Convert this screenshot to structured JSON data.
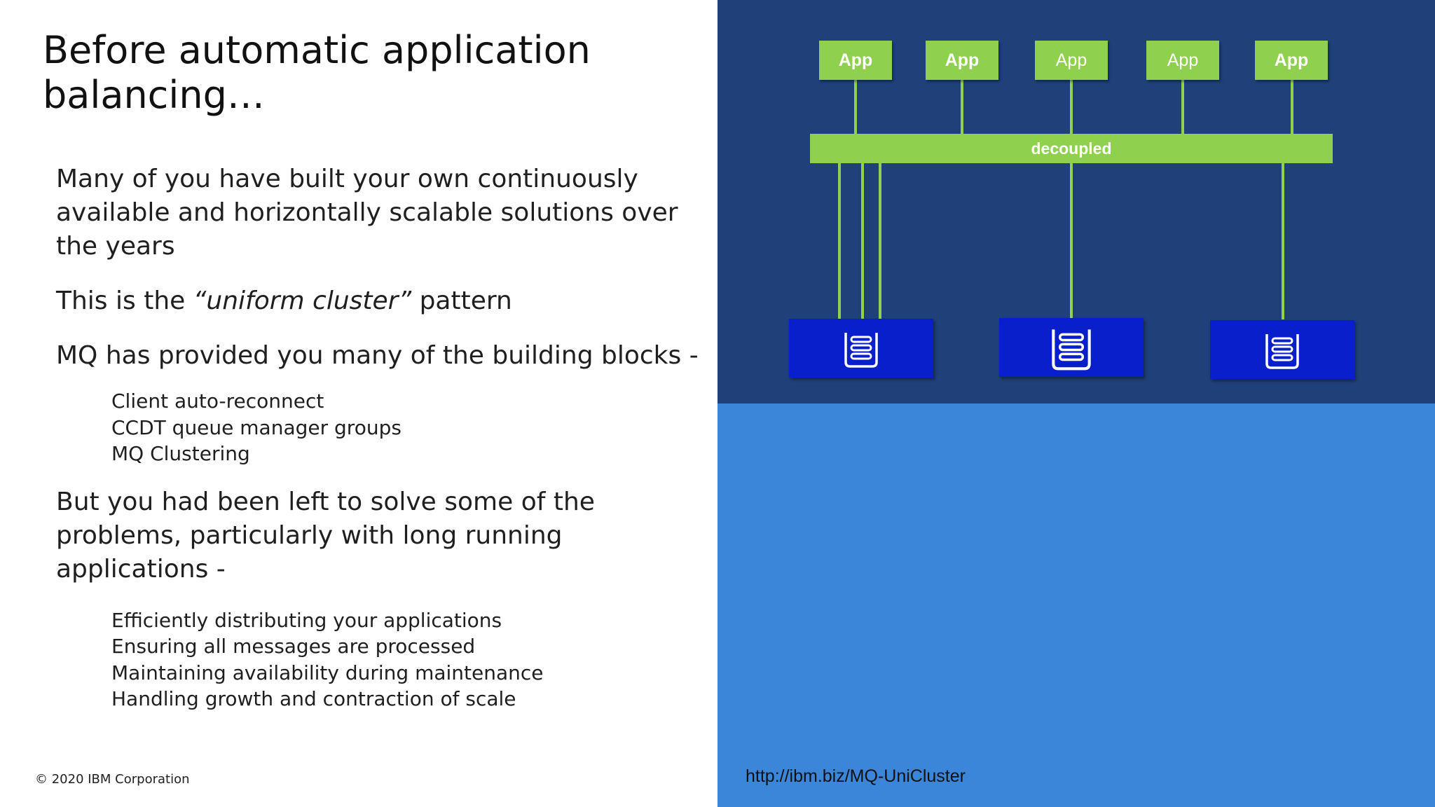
{
  "slide": {
    "title": "Before automatic application balancing…",
    "para1": "Many of you have built your own continuously available and horizontally scalable solutions over the years",
    "para2_prefix": "This is the ",
    "para2_emphasis": "“uniform cluster”",
    "para2_suffix": " pattern",
    "para3": "MQ has provided you many of the building blocks -",
    "blocks": [
      "Client auto-reconnect",
      "CCDT queue manager groups",
      "MQ Clustering"
    ],
    "para4": "But you had been left to solve some of the problems, particularly with long running applications -",
    "problems": [
      "Efficiently distributing your applications",
      "Ensuring all messages are processed",
      "Maintaining availability during maintenance",
      "Handling growth and contraction of scale"
    ],
    "copyright": "© 2020 IBM Corporation"
  },
  "diagram": {
    "apps": [
      "App",
      "App",
      "App",
      "App",
      "App"
    ],
    "bus_label": "decoupled",
    "queue_managers": 3,
    "colors": {
      "green": "#8fd14f",
      "dark_blue": "#1f4079",
      "light_blue": "#3b86d9",
      "qm_blue": "#0a1fcc"
    }
  },
  "link": "http://ibm.biz/MQ-UniCluster"
}
